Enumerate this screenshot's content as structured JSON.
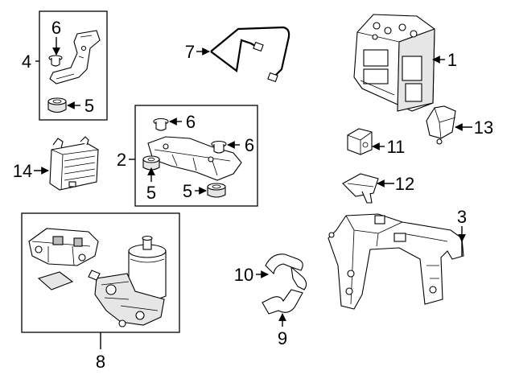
{
  "callouts": {
    "c1": "1",
    "c2": "2",
    "c3": "3",
    "c4": "4",
    "c5a": "5",
    "c5b": "5",
    "c5c": "5",
    "c6a": "6",
    "c6b": "6",
    "c6c": "6",
    "c7": "7",
    "c8": "8",
    "c9": "9",
    "c10": "10",
    "c11": "11",
    "c12": "12",
    "c13": "13",
    "c14": "14"
  }
}
